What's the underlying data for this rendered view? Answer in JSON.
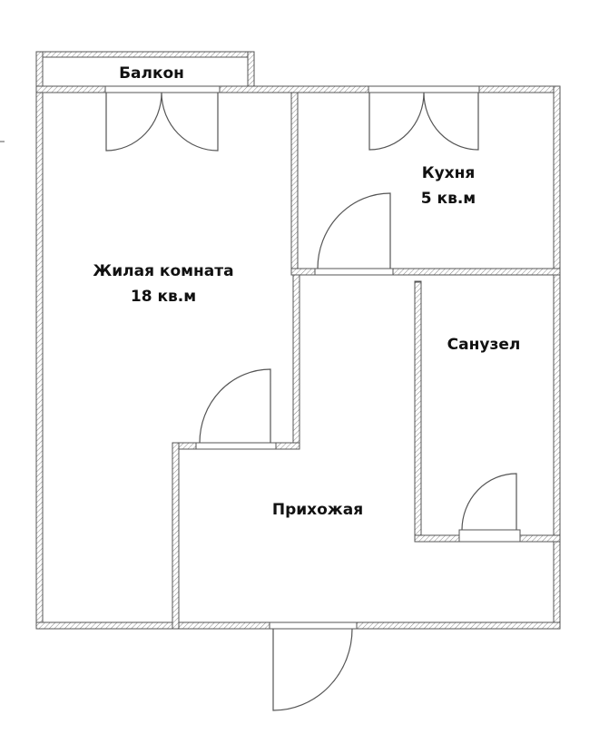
{
  "plan": {
    "rooms": {
      "balcony": {
        "name": "Балкон"
      },
      "living": {
        "name": "Жилая комната",
        "area": "18 кв.м"
      },
      "kitchen": {
        "name": "Кухня",
        "area": "5 кв.м"
      },
      "bathroom": {
        "name": "Санузел"
      },
      "hallway": {
        "name": "Прихожая"
      }
    },
    "colors": {
      "wall_stroke": "#555555",
      "hatch": "#777777",
      "background": "#ffffff"
    }
  }
}
